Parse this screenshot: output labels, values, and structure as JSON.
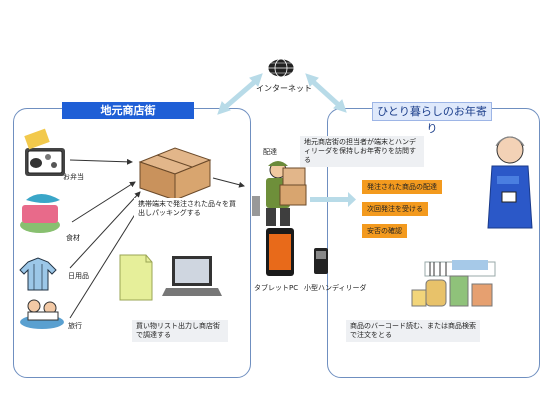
{
  "center": {
    "internet_label": "インターネット"
  },
  "left_panel": {
    "title": "地元商店街",
    "items": [
      {
        "label": "お弁当"
      },
      {
        "label": "食材"
      },
      {
        "label": "日用品"
      },
      {
        "label": "旅行"
      }
    ],
    "packing_note": "携帯端末で発注された品々を買出しパッキングする",
    "list_note": "買い物リスト出力し商店街で調達する"
  },
  "middle": {
    "delivery_label": "配達",
    "tablet_label": "タブレットPC",
    "reader_label": "小型ハンディリーダ"
  },
  "right_panel": {
    "title": "ひとり暮らしのお年寄り",
    "visit_note": "地元商店街の担当者が端末とハンディリーダを保持しお年寄りを訪問する",
    "actions": [
      "発注された商品の配達",
      "次回発注を受ける",
      "安否の確認"
    ],
    "order_note": "商品のバーコード読む、または商品検索で注文をとる"
  }
}
